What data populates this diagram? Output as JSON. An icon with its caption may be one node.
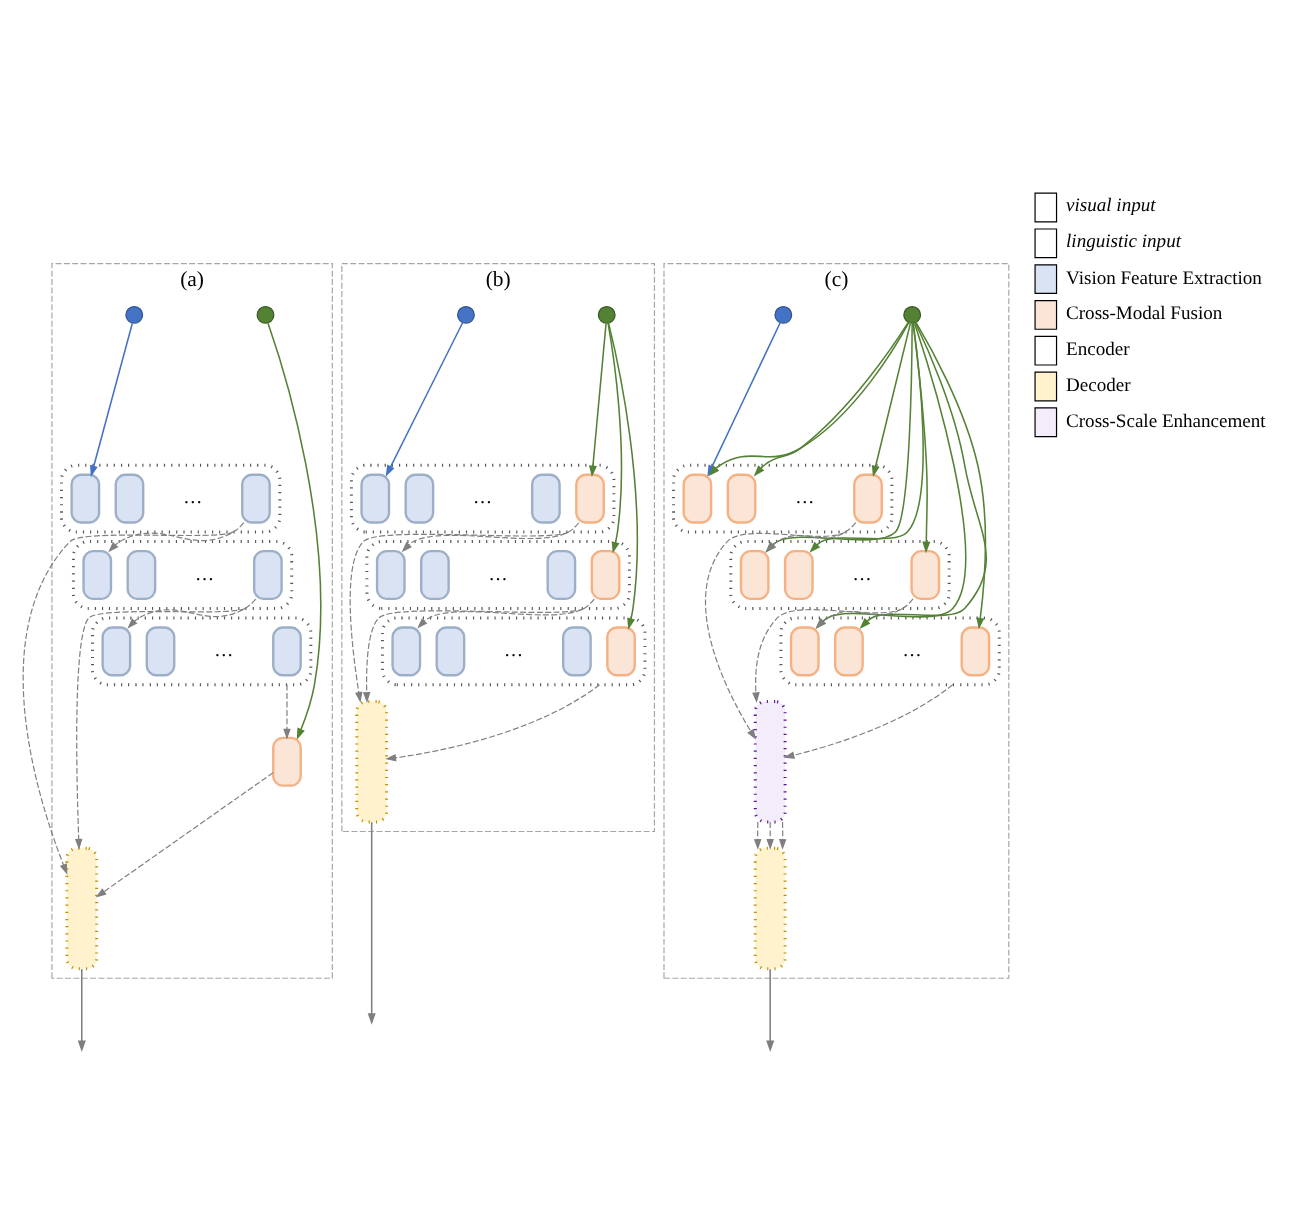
{
  "diagram": {
    "nodes": [
      {
        "text": [
          "(a)"
        ]
      },
      {
        "text": [],
        "shape": "circle",
        "in": 0
      },
      {
        "text": [],
        "shape": "circle",
        "in": 0
      },
      {
        "text": [],
        "shape": "box",
        "in": 0
      },
      {
        "text": [],
        "shape": "box",
        "in": 3
      },
      {
        "text": [],
        "shape": "box",
        "in": 3
      },
      {
        "text": [],
        "shape": "box",
        "in": 3
      },
      {
        "text": [],
        "shape": "box",
        "in": 0
      },
      {
        "text": [],
        "shape": "box",
        "in": 7
      },
      {
        "text": [],
        "shape": "box",
        "in": 7
      },
      {
        "text": [],
        "shape": "box",
        "in": 7
      },
      {
        "text": [],
        "shape": "box",
        "in": 0
      },
      {
        "text": [],
        "shape": "box",
        "in": 11
      },
      {
        "text": [],
        "shape": "box",
        "in": 11
      },
      {
        "text": [],
        "shape": "box",
        "in": 11
      },
      {
        "text": [],
        "shape": "box",
        "in": 0
      },
      {
        "text": [],
        "shape": "bar",
        "in": 0
      },
      {
        "text": [
          "(b)"
        ]
      },
      {
        "text": [],
        "shape": "circle",
        "in": 17
      },
      {
        "text": [],
        "shape": "circle",
        "in": 17
      },
      {
        "text": [],
        "shape": "box",
        "in": 17
      },
      {
        "text": [],
        "shape": "box",
        "in": 20
      },
      {
        "text": [],
        "shape": "box",
        "in": 20
      },
      {
        "text": [],
        "shape": "box",
        "in": 20
      },
      {
        "text": [],
        "shape": "box",
        "in": 20
      },
      {
        "text": [],
        "shape": "box",
        "in": 17
      },
      {
        "text": [],
        "shape": "box",
        "in": 25
      },
      {
        "text": [],
        "shape": "box",
        "in": 25
      },
      {
        "text": [],
        "shape": "box",
        "in": 25
      },
      {
        "text": [],
        "shape": "box",
        "in": 25
      },
      {
        "text": [],
        "shape": "box",
        "in": 17
      },
      {
        "text": [],
        "shape": "box",
        "in": 30
      },
      {
        "text": [],
        "shape": "box",
        "in": 30
      },
      {
        "text": [],
        "shape": "box",
        "in": 30
      },
      {
        "text": [],
        "shape": "box",
        "in": 30
      },
      {
        "text": [],
        "shape": "bar",
        "in": 17
      },
      {
        "text": [
          "(c)"
        ]
      },
      {
        "text": [],
        "shape": "circle",
        "in": 36
      },
      {
        "text": [],
        "shape": "circle",
        "in": 36
      },
      {
        "text": [],
        "shape": "box",
        "in": 36
      },
      {
        "text": [],
        "shape": "box",
        "in": 39
      },
      {
        "text": [],
        "shape": "box",
        "in": 39
      },
      {
        "text": [],
        "shape": "box",
        "in": 39
      },
      {
        "text": [],
        "shape": "box",
        "in": 36
      },
      {
        "text": [],
        "shape": "box",
        "in": 43
      },
      {
        "text": [],
        "shape": "box",
        "in": 43
      },
      {
        "text": [],
        "shape": "box",
        "in": 43
      },
      {
        "text": [],
        "shape": "box",
        "in": 36
      },
      {
        "text": [],
        "shape": "box",
        "in": 47
      },
      {
        "text": [],
        "shape": "box",
        "in": 47
      },
      {
        "text": [],
        "shape": "box",
        "in": 47
      },
      {
        "text": [],
        "shape": "bar",
        "in": 36
      },
      {
        "text": [],
        "shape": "bar",
        "in": 36
      }
    ],
    "edges": [
      {
        "from": 1,
        "to": 4,
        "arrow": "to",
        "color": "#4472c4"
      },
      {
        "from": 3,
        "to": 16,
        "arrow": "to",
        "style": "dashed"
      },
      {
        "from": 6,
        "to": 8,
        "arrow": "to",
        "style": "dashed"
      },
      {
        "from": 7,
        "to": 16,
        "arrow": "to",
        "style": "dashed"
      },
      {
        "from": 10,
        "to": 12,
        "arrow": "to",
        "style": "dashed"
      },
      {
        "from": 2,
        "to": 15,
        "arrow": "to",
        "color": "#548235"
      },
      {
        "from": 11,
        "to": 15,
        "arrow": "to",
        "style": "dashed"
      },
      {
        "from": 15,
        "to": 16,
        "arrow": "to",
        "style": "dashed"
      },
      {
        "from": 16,
        "to": null,
        "arrow": "to"
      },
      {
        "from": 18,
        "to": 21,
        "arrow": "to",
        "color": "#4472c4"
      },
      {
        "from": 19,
        "to": 24,
        "arrow": "to",
        "color": "#548235"
      },
      {
        "from": 19,
        "to": 29,
        "arrow": "to",
        "color": "#548235"
      },
      {
        "from": 19,
        "to": 34,
        "arrow": "to",
        "color": "#548235"
      },
      {
        "from": 20,
        "to": 35,
        "arrow": "to",
        "style": "dashed"
      },
      {
        "from": 24,
        "to": 26,
        "arrow": "to",
        "style": "dashed"
      },
      {
        "from": 25,
        "to": 35,
        "arrow": "to",
        "style": "dashed"
      },
      {
        "from": 29,
        "to": 31,
        "arrow": "to",
        "style": "dashed"
      },
      {
        "from": 30,
        "to": 35,
        "arrow": "to",
        "style": "dashed"
      },
      {
        "from": 35,
        "to": null,
        "arrow": "to"
      },
      {
        "from": 37,
        "to": 40,
        "arrow": "to",
        "color": "#4472c4"
      },
      {
        "from": 38,
        "to": 40,
        "arrow": "to",
        "color": "#548235"
      },
      {
        "from": 38,
        "to": 41,
        "arrow": "to",
        "color": "#548235"
      },
      {
        "from": 38,
        "to": 42,
        "arrow": "to",
        "color": "#548235"
      },
      {
        "from": 38,
        "to": 44,
        "arrow": "to",
        "color": "#548235"
      },
      {
        "from": 38,
        "to": 45,
        "arrow": "to",
        "color": "#548235"
      },
      {
        "from": 38,
        "to": 46,
        "arrow": "to",
        "color": "#548235"
      },
      {
        "from": 38,
        "to": 48,
        "arrow": "to",
        "color": "#548235"
      },
      {
        "from": 38,
        "to": 49,
        "arrow": "to",
        "color": "#548235"
      },
      {
        "from": 38,
        "to": 50,
        "arrow": "to",
        "color": "#548235"
      },
      {
        "from": 39,
        "to": 51,
        "arrow": "to",
        "style": "dashed"
      },
      {
        "from": 42,
        "to": 44,
        "arrow": "to",
        "style": "dashed"
      },
      {
        "from": 43,
        "to": 51,
        "arrow": "to",
        "style": "dashed"
      },
      {
        "from": 46,
        "to": 48,
        "arrow": "to",
        "style": "dashed"
      },
      {
        "from": 47,
        "to": 51,
        "arrow": "to",
        "style": "dashed"
      },
      {
        "from": 51,
        "to": 52,
        "arrow": "to",
        "style": "dashed"
      },
      {
        "from": 51,
        "to": 52,
        "arrow": "to",
        "style": "dashed"
      },
      {
        "from": 51,
        "to": 52,
        "arrow": "to",
        "style": "dashed"
      },
      {
        "from": 52,
        "to": null,
        "arrow": "to"
      }
    ],
    "labels": [
      "…",
      "…",
      "…",
      "…",
      "…",
      "…",
      "…",
      "…",
      "…"
    ],
    "legend": [
      {
        "text": "visual input"
      },
      {
        "text": "linguistic input"
      },
      {
        "text": "Vision Feature Extraction",
        "color": "#dae3f3"
      },
      {
        "text": "Cross-Modal Fusion",
        "color": "#fbe5d6"
      },
      {
        "text": "Encoder"
      },
      {
        "text": "Decoder",
        "color": "#fff2cc"
      },
      {
        "text": "Cross-Scale Enhancement",
        "color": "#f3ecfb"
      }
    ]
  }
}
